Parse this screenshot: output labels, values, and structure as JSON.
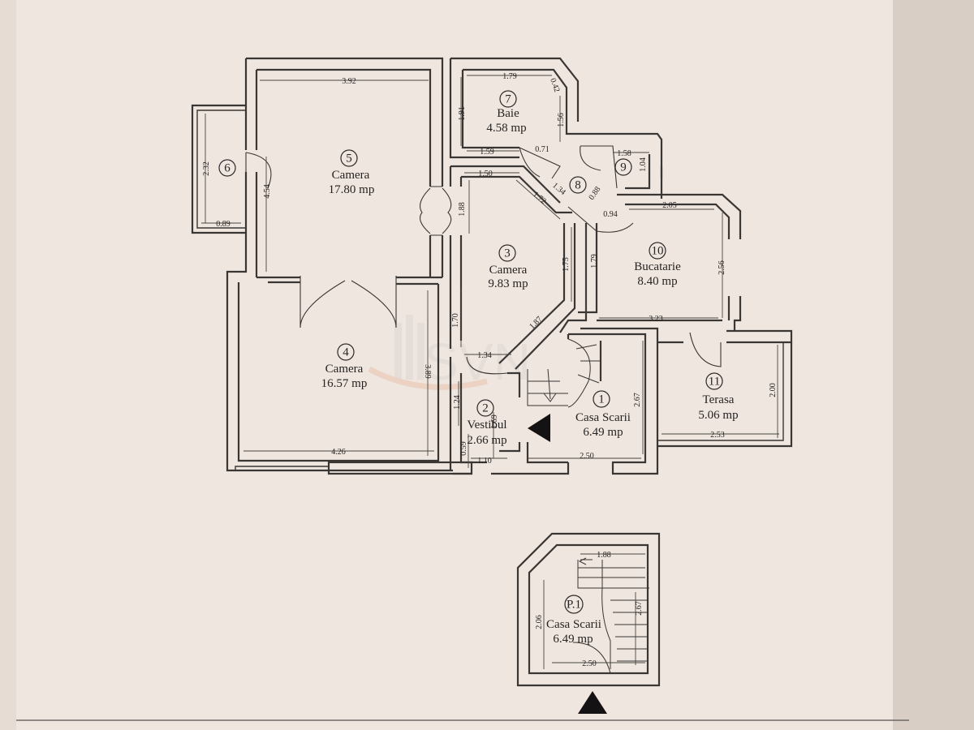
{
  "colors": {
    "background": "#e7dcd4",
    "paper": "#efe6df",
    "ink": "#3a3634",
    "watermark": "#e4a27e"
  },
  "watermark_logo": "SVN",
  "rooms": {
    "room1": {
      "number": "1",
      "name": "Casa Scarii",
      "area": "6.49 mp"
    },
    "room2": {
      "number": "2",
      "name": "Vestibul",
      "area": "2.66 mp"
    },
    "room3": {
      "number": "3",
      "name": "Camera",
      "area": "9.83 mp"
    },
    "room4": {
      "number": "4",
      "name": "Camera",
      "area": "16.57 mp"
    },
    "room5": {
      "number": "5",
      "name": "Camera",
      "area": "17.80 mp"
    },
    "room6": {
      "number": "6"
    },
    "room7": {
      "number": "7",
      "name": "Baie",
      "area": "4.58 mp"
    },
    "room8": {
      "number": "8"
    },
    "room9": {
      "number": "9"
    },
    "room10": {
      "number": "10",
      "name": "Bucatarie",
      "area": "8.40 mp"
    },
    "room11": {
      "number": "11",
      "name": "Terasa",
      "area": "5.06 mp"
    },
    "roomP1": {
      "number": "P.1",
      "name": "Casa Scarii",
      "area": "6.49 mp"
    }
  },
  "dimensions": {
    "d392": "3.92",
    "d454": "4.54",
    "d232": "2.32",
    "d089": "0.89",
    "d179": "1.79",
    "d042": "0.42",
    "d191": "1.91",
    "d156": "1.56",
    "d159": "1.59",
    "d071": "0.71",
    "d158": "1.58",
    "d104": "1.04",
    "d150": "1.50",
    "d188": "1.88",
    "d172": "1.72",
    "d134a": "1.34",
    "d088": "0.88",
    "d094": "0.94",
    "d205": "2.05",
    "d175": "1.75",
    "d179b": "1.79",
    "d256": "2.56",
    "d323": "3.23",
    "d187": "1.87",
    "d170": "1.70",
    "d134b": "1.34",
    "d389": "3.89",
    "d124": "1.24",
    "d169": "1.69",
    "d267": "2.67",
    "d059": "0.59",
    "d110": "1.10",
    "d250": "2.50",
    "d426": "4.26",
    "d200": "2.00",
    "d253": "2.53",
    "p188": "1.88",
    "p206": "2.06",
    "p267": "2.67",
    "p250": "2.50"
  }
}
